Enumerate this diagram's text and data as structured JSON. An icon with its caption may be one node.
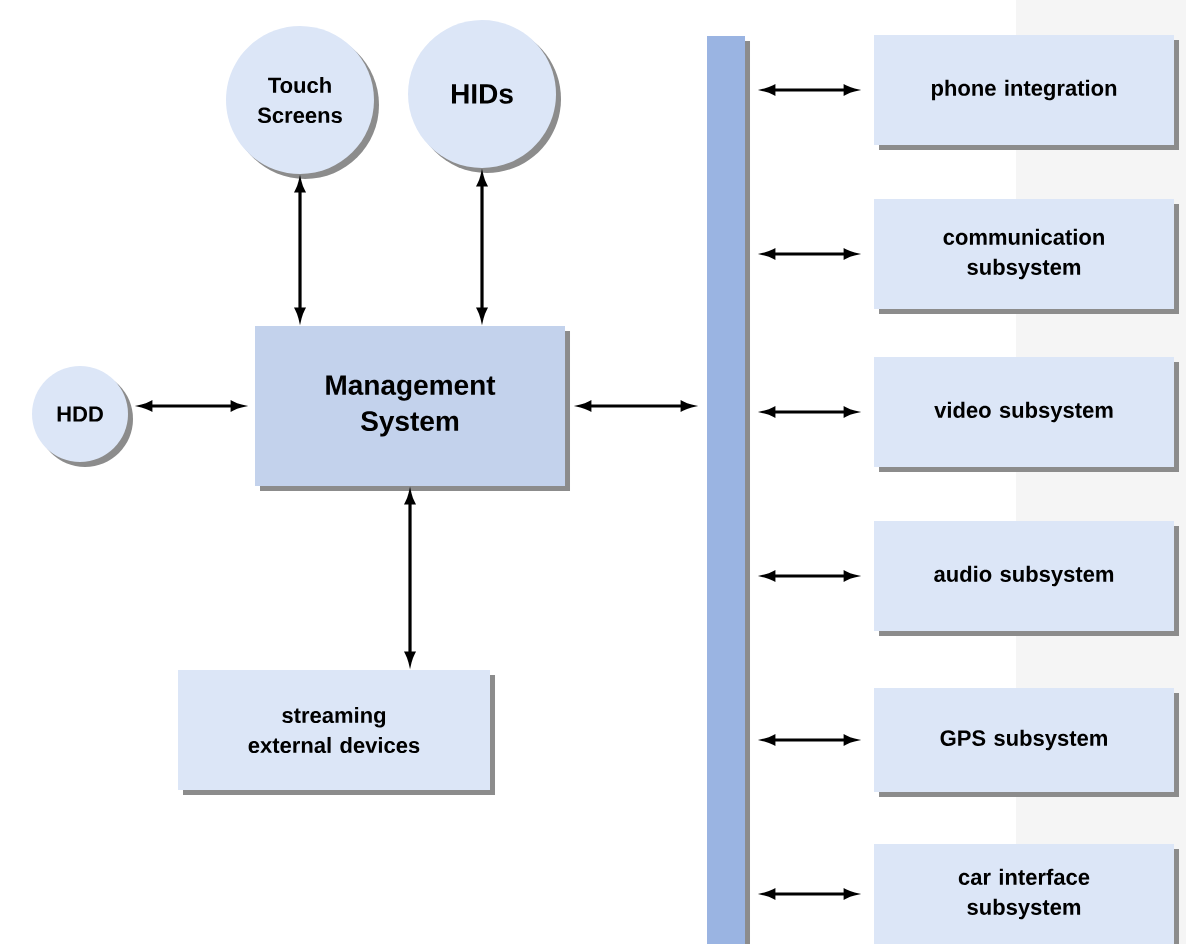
{
  "diagram": {
    "nodes": [
      {
        "text": [
          "Touch Screens"
        ]
      },
      {
        "text": [
          "HIDs"
        ]
      },
      {
        "text": [
          "HDD"
        ]
      },
      {
        "text": [
          "Management System"
        ]
      },
      {
        "text": [
          "streaming external devices"
        ]
      },
      {
        "text": [],
        "shape": "bar"
      },
      {
        "text": [
          "phone integration"
        ]
      },
      {
        "text": [
          "communication subsystem"
        ]
      },
      {
        "text": [
          "video subsystem"
        ]
      },
      {
        "text": [
          "audio subsystem"
        ]
      },
      {
        "text": [
          "GPS subsystem"
        ]
      },
      {
        "text": [
          "car interface subsystem"
        ]
      }
    ],
    "edges": [
      {
        "from": 0,
        "to": 3,
        "arrow": "both"
      },
      {
        "from": 1,
        "to": 3,
        "arrow": "both"
      },
      {
        "from": 2,
        "to": 3,
        "arrow": "both"
      },
      {
        "from": 3,
        "to": 4,
        "arrow": "both"
      },
      {
        "from": 3,
        "to": 5,
        "arrow": "both"
      },
      {
        "from": 5,
        "to": 6,
        "arrow": "both"
      },
      {
        "from": 5,
        "to": 7,
        "arrow": "both"
      },
      {
        "from": 5,
        "to": 8,
        "arrow": "both"
      },
      {
        "from": 5,
        "to": 9,
        "arrow": "both"
      },
      {
        "from": 5,
        "to": 10,
        "arrow": "both"
      },
      {
        "from": 5,
        "to": 11,
        "arrow": "both"
      }
    ]
  }
}
